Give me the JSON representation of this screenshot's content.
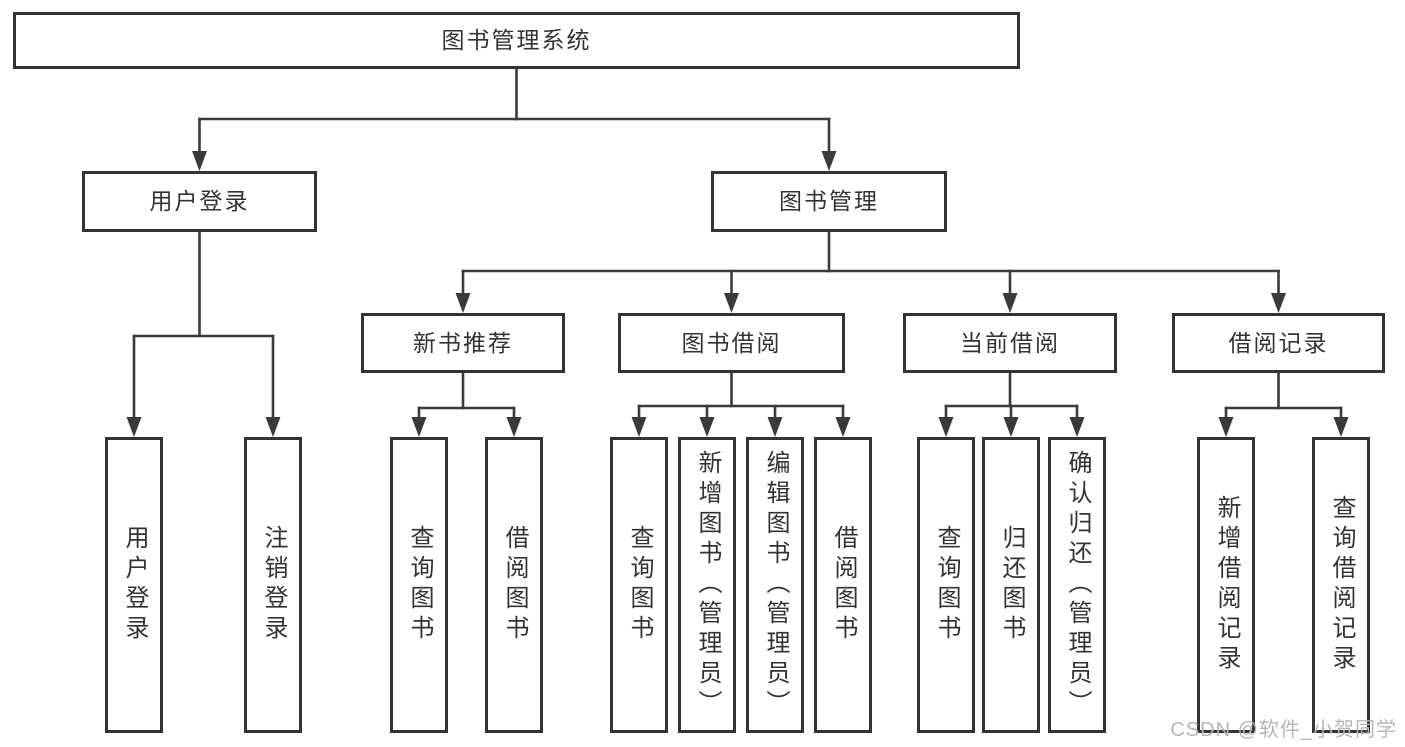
{
  "watermark": "CSDN @软件_小贺同学",
  "colors": {
    "line": "#3a3a3a",
    "box_border": "#333333",
    "text": "#333333",
    "background": "#ffffff",
    "watermark": "#b5b5b5"
  },
  "tree": {
    "root": {
      "label": "图书管理系统"
    },
    "level2": [
      {
        "label": "用户登录",
        "children": [
          "用户登录",
          "注销登录"
        ]
      },
      {
        "label": "图书管理",
        "sections": [
          {
            "label": "新书推荐",
            "children": [
              "查询图书",
              "借阅图书"
            ]
          },
          {
            "label": "图书借阅",
            "children": [
              "查询图书",
              "新增图书（管理员）",
              "编辑图书（管理员）",
              "借阅图书"
            ]
          },
          {
            "label": "当前借阅",
            "children": [
              "查询图书",
              "归还图书",
              "确认归还（管理员）"
            ]
          },
          {
            "label": "借阅记录",
            "children": [
              "新增借阅记录",
              "查询借阅记录"
            ]
          }
        ]
      }
    ]
  }
}
